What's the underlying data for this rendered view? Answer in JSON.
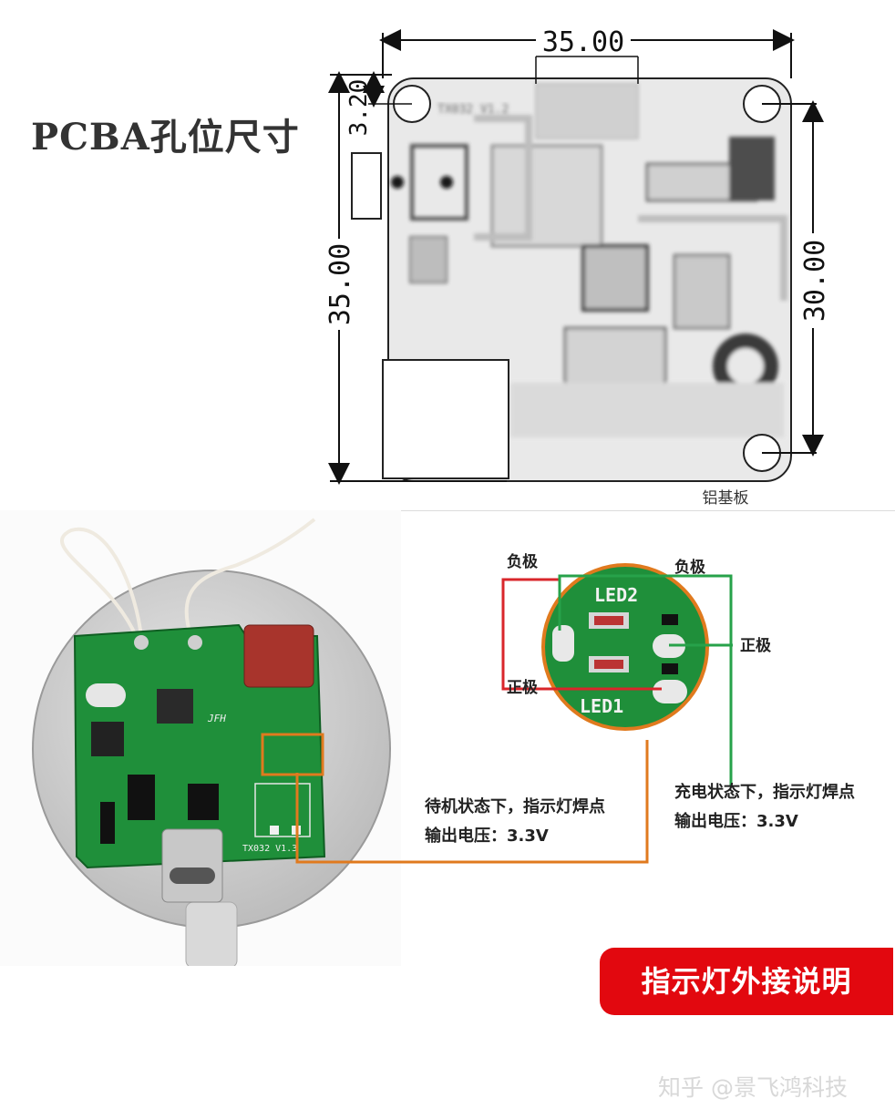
{
  "title": "PCBA孔位尺寸",
  "dimensions": {
    "top_width": "35.00",
    "left_height": "35.00",
    "right_height": "30.00",
    "hole_offset": "3.20"
  },
  "board_material": "铝基板",
  "board_silk_top": "TX032 V1.2",
  "board_silk_bottom": "TX032 V1.3",
  "board_silk_brand": "JFH",
  "led_labels": {
    "led2": "LED2",
    "led1": "LED1"
  },
  "callouts": {
    "negative_left": "负极",
    "negative_right": "负极",
    "positive_right": "正极",
    "positive_left": "正极"
  },
  "standby_note": [
    "待机状态下，指示灯焊点",
    "输出电压：3.3V"
  ],
  "charging_note": [
    "充电状态下，指示灯焊点",
    "输出电压：3.3V"
  ],
  "banner": "指示灯外接说明",
  "watermark": "知乎 @景飞鸿科技",
  "colors": {
    "negative_wire": "#d9262b",
    "positive_wire": "#27a24a",
    "pcb_wire": "#e07a1e",
    "banner": "#e2080f",
    "pcb_green": "#1f8f3a"
  }
}
